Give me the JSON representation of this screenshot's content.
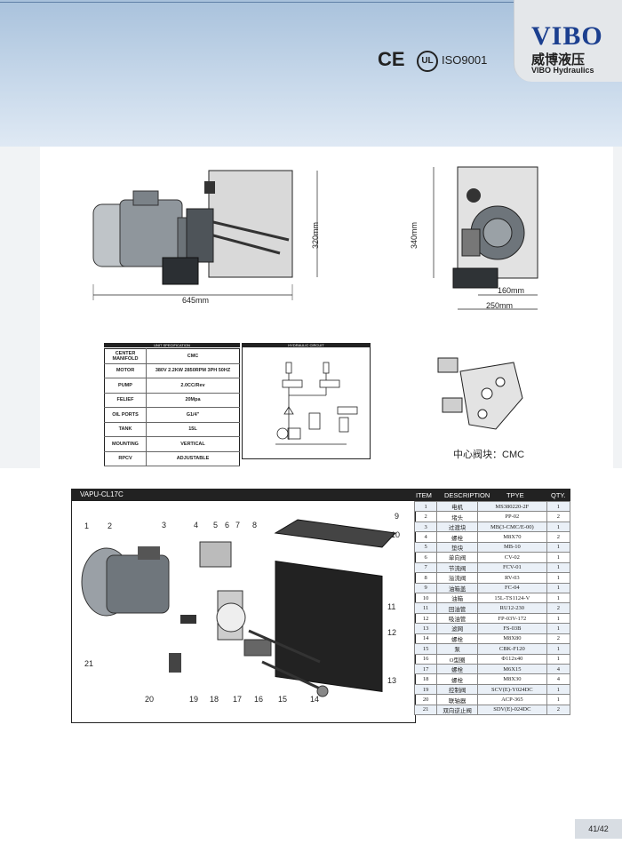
{
  "header": {
    "brand": "VIBO",
    "brand_cn": "威博液压",
    "brand_en": "VIBO Hydraulics",
    "certs": [
      "CE",
      "UL",
      "ISO9001"
    ]
  },
  "drawing": {
    "dims": {
      "width_side": "645mm",
      "height_side": "320mm",
      "height_front": "340mm",
      "width_front_inner": "160mm",
      "width_front_outer": "250mm"
    },
    "cmc_label": "中心阀块：CMC"
  },
  "spec": {
    "title": "UNIT SPECIFICATION",
    "rows": [
      {
        "k": "CENTER MANIFOLD",
        "v": "CMC"
      },
      {
        "k": "MOTOR",
        "v": "380V 2.2KW 2850RPM 3PH 50HZ"
      },
      {
        "k": "PUMP",
        "v": "2.0CC/Rev"
      },
      {
        "k": "FELIEF",
        "v": "20Mpa"
      },
      {
        "k": "OIL PORTS",
        "v": "G1/4\""
      },
      {
        "k": "TANK",
        "v": "15L"
      },
      {
        "k": "MOUNTING",
        "v": "VERTICAL"
      },
      {
        "k": "RPCV",
        "v": "ADJUSTABLE"
      }
    ],
    "hyd_title": "HYDRAULIC CIRCUIT"
  },
  "exploded": {
    "model": "VAPU-CL17C",
    "callouts": [
      "1",
      "2",
      "3",
      "4",
      "5",
      "6",
      "7",
      "8",
      "9",
      "10",
      "11",
      "12",
      "13",
      "14",
      "15",
      "16",
      "17",
      "18",
      "19",
      "20",
      "21"
    ]
  },
  "parts": {
    "headers": [
      "ITEM",
      "DESCRIPTION",
      "TPYE",
      "QTY."
    ],
    "rows": [
      [
        "1",
        "电机",
        "MS380220-2F",
        "1"
      ],
      [
        "2",
        "堵头",
        "PP-02",
        "2"
      ],
      [
        "3",
        "过渡块",
        "MB(3-CMC/E-00)",
        "1"
      ],
      [
        "4",
        "螺栓",
        "M8X70",
        "2"
      ],
      [
        "5",
        "垫块",
        "MB-10",
        "1"
      ],
      [
        "6",
        "单向阀",
        "CV-02",
        "1"
      ],
      [
        "7",
        "节流阀",
        "FCV-01",
        "1"
      ],
      [
        "8",
        "溢流阀",
        "RV-03",
        "1"
      ],
      [
        "9",
        "油箱盖",
        "FC-04",
        "1"
      ],
      [
        "10",
        "油箱",
        "15L-TS1124-V",
        "1"
      ],
      [
        "11",
        "回油管",
        "RU12-230",
        "2"
      ],
      [
        "12",
        "吸油管",
        "FP-03V-172",
        "1"
      ],
      [
        "13",
        "滤网",
        "FS-03B",
        "1"
      ],
      [
        "14",
        "螺栓",
        "M8X80",
        "2"
      ],
      [
        "15",
        "泵",
        "CBK-F120",
        "1"
      ],
      [
        "16",
        "O型圈",
        "Φ112x40",
        "1"
      ],
      [
        "17",
        "螺栓",
        "M6X15",
        "4"
      ],
      [
        "18",
        "螺栓",
        "M8X30",
        "4"
      ],
      [
        "19",
        "控制阀",
        "SCV(E)-Y024DC",
        "1"
      ],
      [
        "20",
        "联轴器",
        "ACP-365",
        "1"
      ],
      [
        "21",
        "双向逆止阀",
        "SDV(E)-024DC",
        "2"
      ]
    ]
  },
  "footer": {
    "page": "41/42"
  }
}
